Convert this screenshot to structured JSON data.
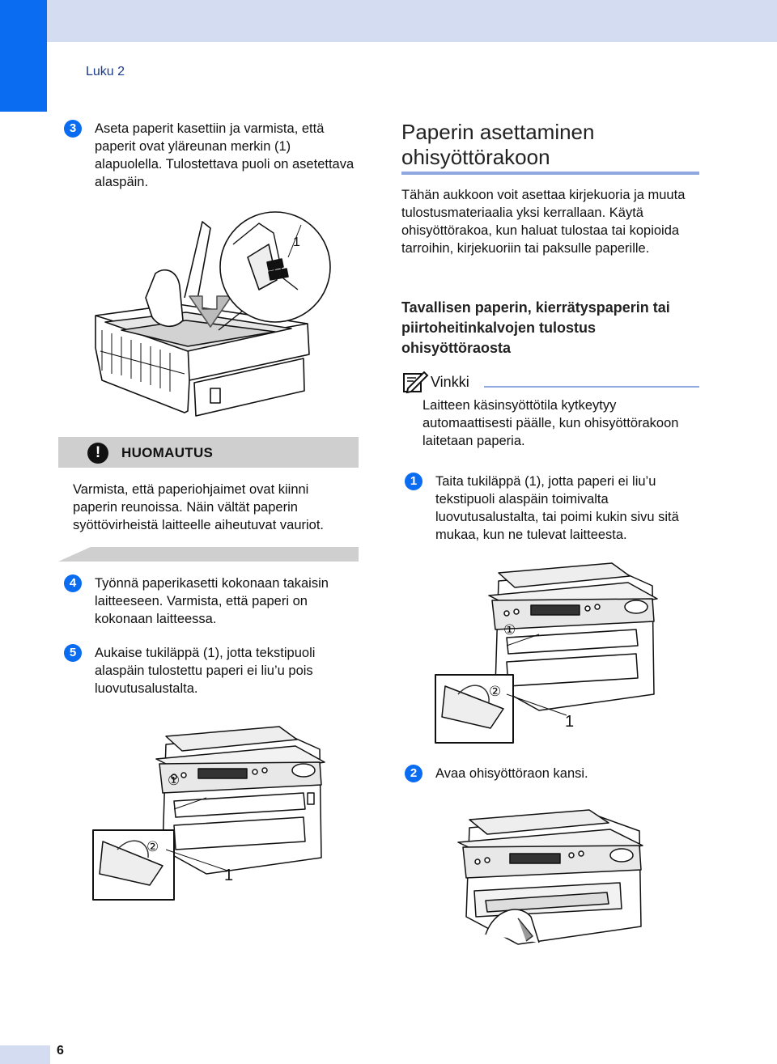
{
  "header": {
    "chapter": "Luku 2"
  },
  "left": {
    "step3": {
      "num": "3",
      "text": "Aseta paperit kasettiin ja varmista, että paperit ovat yläreunan merkin (1) alapuolella. Tulostettava puoli on asetettava alaspäin."
    },
    "fig_tray": {
      "callout": "1"
    },
    "caution": {
      "title": "HUOMAUTUS",
      "text": "Varmista, että paperiohjaimet ovat kiinni paperin reunoissa. Näin vältät paperin syöttövirheistä laitteelle aiheutuvat vauriot."
    },
    "step4": {
      "num": "4",
      "text": "Työnnä paperikasetti kokonaan takaisin laitteeseen. Varmista, että paperi on kokonaan laitteessa."
    },
    "step5": {
      "num": "5",
      "text": "Aukaise tukiläppä (1), jotta tekstipuoli alaspäin tulostettu paperi ei liu’u pois luovutusalustalta."
    },
    "fig_printer": {
      "c1": "①",
      "c2": "②",
      "label": "1"
    }
  },
  "right": {
    "heading": "Paperin asettaminen ohisyöttörakoon",
    "intro": "Tähän aukkoon voit asettaa kirjekuoria ja muuta tulostusmateriaalia yksi kerrallaan. Käytä ohisyöttörakoa, kun haluat tulostaa tai kopioida tarroihin, kirjekuoriin tai paksulle paperille.",
    "subheading": "Tavallisen paperin, kierrätyspaperin tai piirtoheitinkalvojen tulostus ohisyöttöraosta",
    "tip": {
      "title": "Vinkki",
      "text": "Laitteen käsinsyöttötila kytkeytyy automaattisesti päälle, kun ohisyöttörakoon laitetaan paperia."
    },
    "step1": {
      "num": "1",
      "text": "Taita tukiläppä (1), jotta paperi ei liu’u tekstipuoli alaspäin toimivalta luovutusalustalta, tai poimi kukin sivu sitä mukaa, kun ne tulevat laitteesta."
    },
    "fig_printer": {
      "c1": "①",
      "c2": "②",
      "label": "1"
    },
    "step2": {
      "num": "2",
      "text": "Avaa ohisyöttöraon kansi."
    }
  },
  "footer": {
    "page": "6"
  },
  "colors": {
    "accent": "#0a6cf0",
    "band": "#d4dcf2",
    "rule": "#8fa9e0",
    "note": "#cfcfcf"
  }
}
